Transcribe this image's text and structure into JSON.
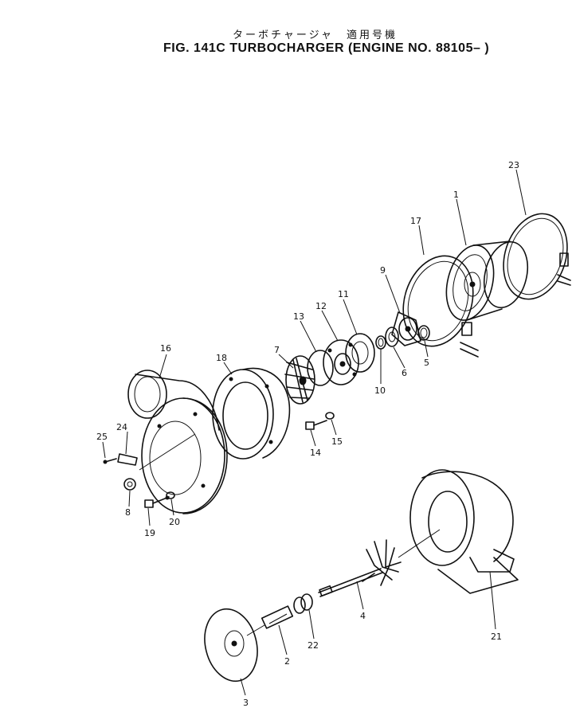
{
  "header": {
    "jp_title": "ターボチャージャ　適用号機",
    "en_title": "FIG. 141C   TURBOCHARGER  (ENGINE  NO. 88105– )"
  },
  "callouts": [
    {
      "id": "c1",
      "text": "1"
    },
    {
      "id": "c2",
      "text": "2"
    },
    {
      "id": "c3",
      "text": "3"
    },
    {
      "id": "c4",
      "text": "4"
    },
    {
      "id": "c5",
      "text": "5"
    },
    {
      "id": "c6",
      "text": "6"
    },
    {
      "id": "c7",
      "text": "7"
    },
    {
      "id": "c8",
      "text": "8"
    },
    {
      "id": "c9",
      "text": "9"
    },
    {
      "id": "c10",
      "text": "10"
    },
    {
      "id": "c11",
      "text": "11"
    },
    {
      "id": "c12",
      "text": "12"
    },
    {
      "id": "c13",
      "text": "13"
    },
    {
      "id": "c14",
      "text": "14"
    },
    {
      "id": "c15",
      "text": "15"
    },
    {
      "id": "c16",
      "text": "16"
    },
    {
      "id": "c17",
      "text": "17"
    },
    {
      "id": "c18",
      "text": "18"
    },
    {
      "id": "c19",
      "text": "19"
    },
    {
      "id": "c20",
      "text": "20"
    },
    {
      "id": "c21",
      "text": "21"
    },
    {
      "id": "c22",
      "text": "22"
    },
    {
      "id": "c23",
      "text": "23"
    },
    {
      "id": "c24",
      "text": "24"
    },
    {
      "id": "c25",
      "text": "25"
    }
  ]
}
